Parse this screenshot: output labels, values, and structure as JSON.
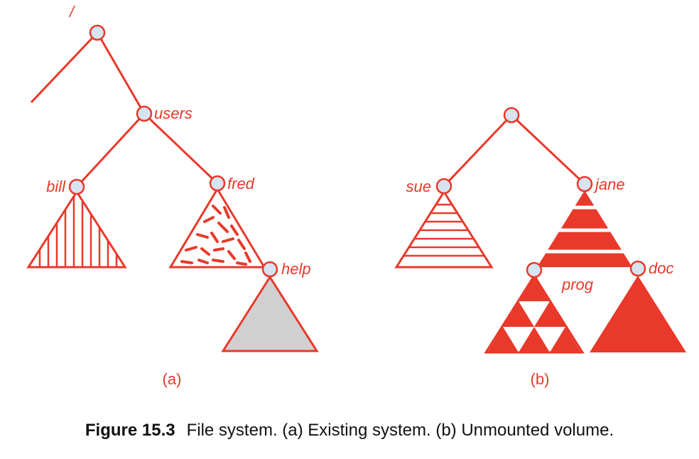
{
  "colors": {
    "accent": "#e8392a",
    "node_fill": "#d6e4f0",
    "volume_fill": "#d0d0d0",
    "caption_text": "#111111"
  },
  "diagram_a": {
    "root_label": "/",
    "users_label": "users",
    "bill_label": "bill",
    "fred_label": "fred",
    "help_label": "help",
    "sublabel": "(a)"
  },
  "diagram_b": {
    "sue_label": "sue",
    "jane_label": "jane",
    "prog_label": "prog",
    "doc_label": "doc",
    "sublabel": "(b)"
  },
  "caption": {
    "figure": "Figure 15.3",
    "text": "File system. (a) Existing system. (b) Unmounted volume."
  }
}
